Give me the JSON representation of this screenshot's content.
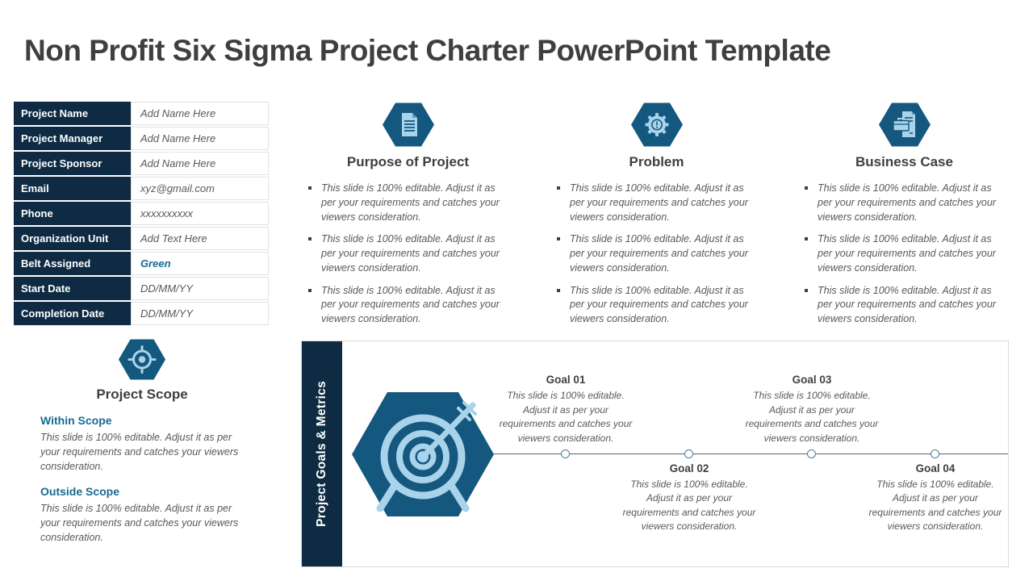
{
  "title": "Non Profit Six Sigma Project Charter PowerPoint Template",
  "charter_table": {
    "rows": [
      {
        "label": "Project Name",
        "value": "Add Name Here"
      },
      {
        "label": "Project Manager",
        "value": "Add Name Here"
      },
      {
        "label": "Project Sponsor",
        "value": "Add Name Here"
      },
      {
        "label": "Email",
        "value": "xyz@gmail.com"
      },
      {
        "label": "Phone",
        "value": "xxxxxxxxxx"
      },
      {
        "label": "Organization Unit",
        "value": "Add Text Here"
      },
      {
        "label": "Belt Assigned",
        "value": "Green"
      },
      {
        "label": "Start Date",
        "value": "DD/MM/YY"
      },
      {
        "label": "Completion Date",
        "value": "DD/MM/YY"
      }
    ]
  },
  "sections": [
    {
      "title": "Purpose of Project",
      "icon": "document-icon",
      "bullets": [
        "This slide is 100% editable. Adjust it as per your requirements and catches your viewers consideration.",
        "This slide is 100% editable. Adjust it as per your requirements and catches your viewers consideration.",
        "This slide is 100% editable. Adjust it as per your requirements and catches your viewers consideration."
      ]
    },
    {
      "title": "Problem",
      "icon": "gear-warning-icon",
      "bullets": [
        "This slide is 100% editable. Adjust it as per your requirements and catches your viewers consideration.",
        "This slide is 100% editable. Adjust it as per your requirements and catches your viewers consideration.",
        "This slide is 100% editable. Adjust it as per your requirements and catches your viewers consideration."
      ]
    },
    {
      "title": "Business Case",
      "icon": "briefcase-document-icon",
      "bullets": [
        "This slide is 100% editable. Adjust it as per your requirements and catches your viewers consideration.",
        "This slide is 100% editable. Adjust it as per your requirements and catches your viewers consideration.",
        "This slide is 100% editable. Adjust it as per your requirements and catches your viewers consideration."
      ]
    }
  ],
  "project_scope": {
    "title": "Project Scope",
    "icon": "target-crosshair-icon",
    "subsections": [
      {
        "heading": "Within Scope",
        "text": "This slide is 100% editable. Adjust it as per your requirements and catches your viewers consideration."
      },
      {
        "heading": "Outside Scope",
        "text": "This slide is 100% editable. Adjust it as per your requirements and catches your viewers consideration."
      }
    ]
  },
  "goals_panel": {
    "sidebar_label": "Project Goals & Metrics",
    "icon": "dartboard-arrow-icon",
    "goals": [
      {
        "title": "Goal 01",
        "position": "above",
        "text": "This slide is 100% editable. Adjust it as per your requirements and catches your viewers consideration."
      },
      {
        "title": "Goal 02",
        "position": "below",
        "text": "This slide is 100% editable. Adjust it as per your requirements and catches your viewers consideration."
      },
      {
        "title": "Goal 03",
        "position": "above",
        "text": "This slide is 100% editable. Adjust it as per your requirements and catches your viewers consideration."
      },
      {
        "title": "Goal 04",
        "position": "below",
        "text": "This slide is 100% editable. Adjust it as per your requirements and catches your viewers consideration."
      }
    ]
  },
  "colors": {
    "navy": "#0e2b43",
    "hex_blue": "#15587f",
    "icon_light_blue": "#a9d3ea",
    "accent_teal": "#186a91",
    "title_gray": "#3f3f3f",
    "body_gray": "#595959",
    "panel_border": "#d9d9d9",
    "timeline_line": "#56666f",
    "marker_stroke": "#4b7e9d"
  }
}
